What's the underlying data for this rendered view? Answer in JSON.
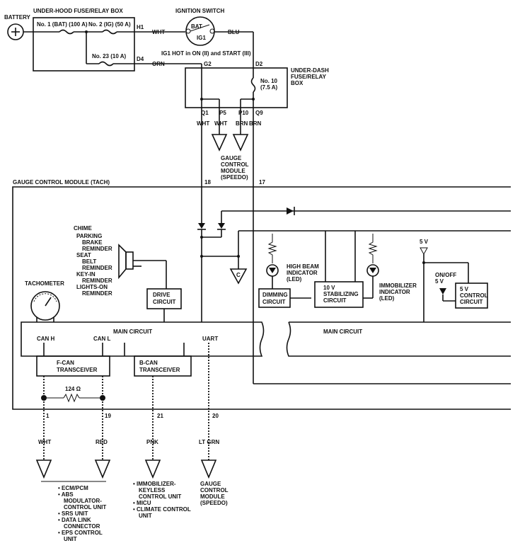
{
  "power": {
    "battery": "BATTERY",
    "underhood_box": "UNDER-HOOD FUSE/RELAY BOX",
    "fuse1": "No. 1 (BAT) (100 A)",
    "fuse2": "No. 2 (IG) (50 A)",
    "fuse23": "No. 23 (10 A)",
    "h1": "H1",
    "d4": "D4",
    "wht": "WHT",
    "orn": "ORN",
    "blu": "BLU"
  },
  "ignition": {
    "title": "IGNITION SWITCH",
    "bat": "BAT",
    "ig1": "IG1",
    "note": "IG1 HOT in ON (II) and START (III)"
  },
  "underdash": {
    "title": [
      "UNDER-DASH",
      "FUSE/RELAY",
      "BOX"
    ],
    "g2": "G2",
    "d2": "D2",
    "fuse10": [
      "No. 10",
      "(7.5 A)"
    ],
    "pins": [
      "Q1",
      "P5",
      "P10",
      "Q9"
    ],
    "colors": [
      "WHT",
      "WHT",
      "BRN",
      "BRN"
    ],
    "speedo_module": [
      "GAUGE",
      "CONTROL",
      "MODULE",
      "(SPEEDO)"
    ]
  },
  "module": {
    "title": "GAUGE CONTROL MODULE (TACH)",
    "pin18": "18",
    "pin17": "17",
    "chime_title": "CHIME",
    "chime_items": [
      "PARKING",
      "BRAKE",
      "REMINDER",
      "SEAT",
      "BELT",
      "REMINDER",
      "KEY-IN",
      "REMINDER",
      "LIGHTS-ON",
      "REMINDER"
    ],
    "tachometer": "TACHOMETER",
    "drive_circuit": [
      "DRIVE",
      "CIRCUIT"
    ],
    "c_label": "C",
    "high_beam": [
      "HIGH BEAM",
      "INDICATOR",
      "(LED)"
    ],
    "dimming": [
      "DIMMING",
      "CIRCUIT"
    ],
    "stab": [
      "10 V",
      "STABILIZING",
      "CIRCUIT"
    ],
    "immob": [
      "IMMOBILIZER",
      "INDICATOR",
      "(LED)"
    ],
    "five_v": "5 V",
    "onoff": [
      "ON/OFF",
      "5 V"
    ],
    "control5v": [
      "5 V",
      "CONTROL",
      "CIRCUIT"
    ],
    "main_circuit": "MAIN CIRCUIT",
    "main_circuit2": "MAIN CIRCUIT",
    "can_h": "CAN H",
    "can_l": "CAN L",
    "uart": "UART",
    "fcan": [
      "F-CAN",
      "TRANSCEIVER"
    ],
    "bcan": [
      "B-CAN",
      "TRANSCEIVER"
    ],
    "resistor": "124 Ω"
  },
  "outputs": {
    "pins": [
      "1",
      "19",
      "21",
      "20"
    ],
    "colors": [
      "WHT",
      "RED",
      "PNK",
      "LT GRN"
    ],
    "list1": [
      "• ECM/PCM",
      "• ABS",
      "MODULATOR-",
      "CONTROL UNIT",
      "• SRS UNIT",
      "• DATA LINK",
      "CONNECTOR",
      "• EPS CONTROL",
      "UNIT"
    ],
    "list2": [
      "• IMMOBILIZER-",
      "KEYLESS",
      "CONTROL UNIT",
      "• MICU",
      "• CLIMATE CONTROL",
      "UNIT"
    ],
    "list3": [
      "GAUGE",
      "CONTROL",
      "MODULE",
      "(SPEEDO)"
    ]
  }
}
